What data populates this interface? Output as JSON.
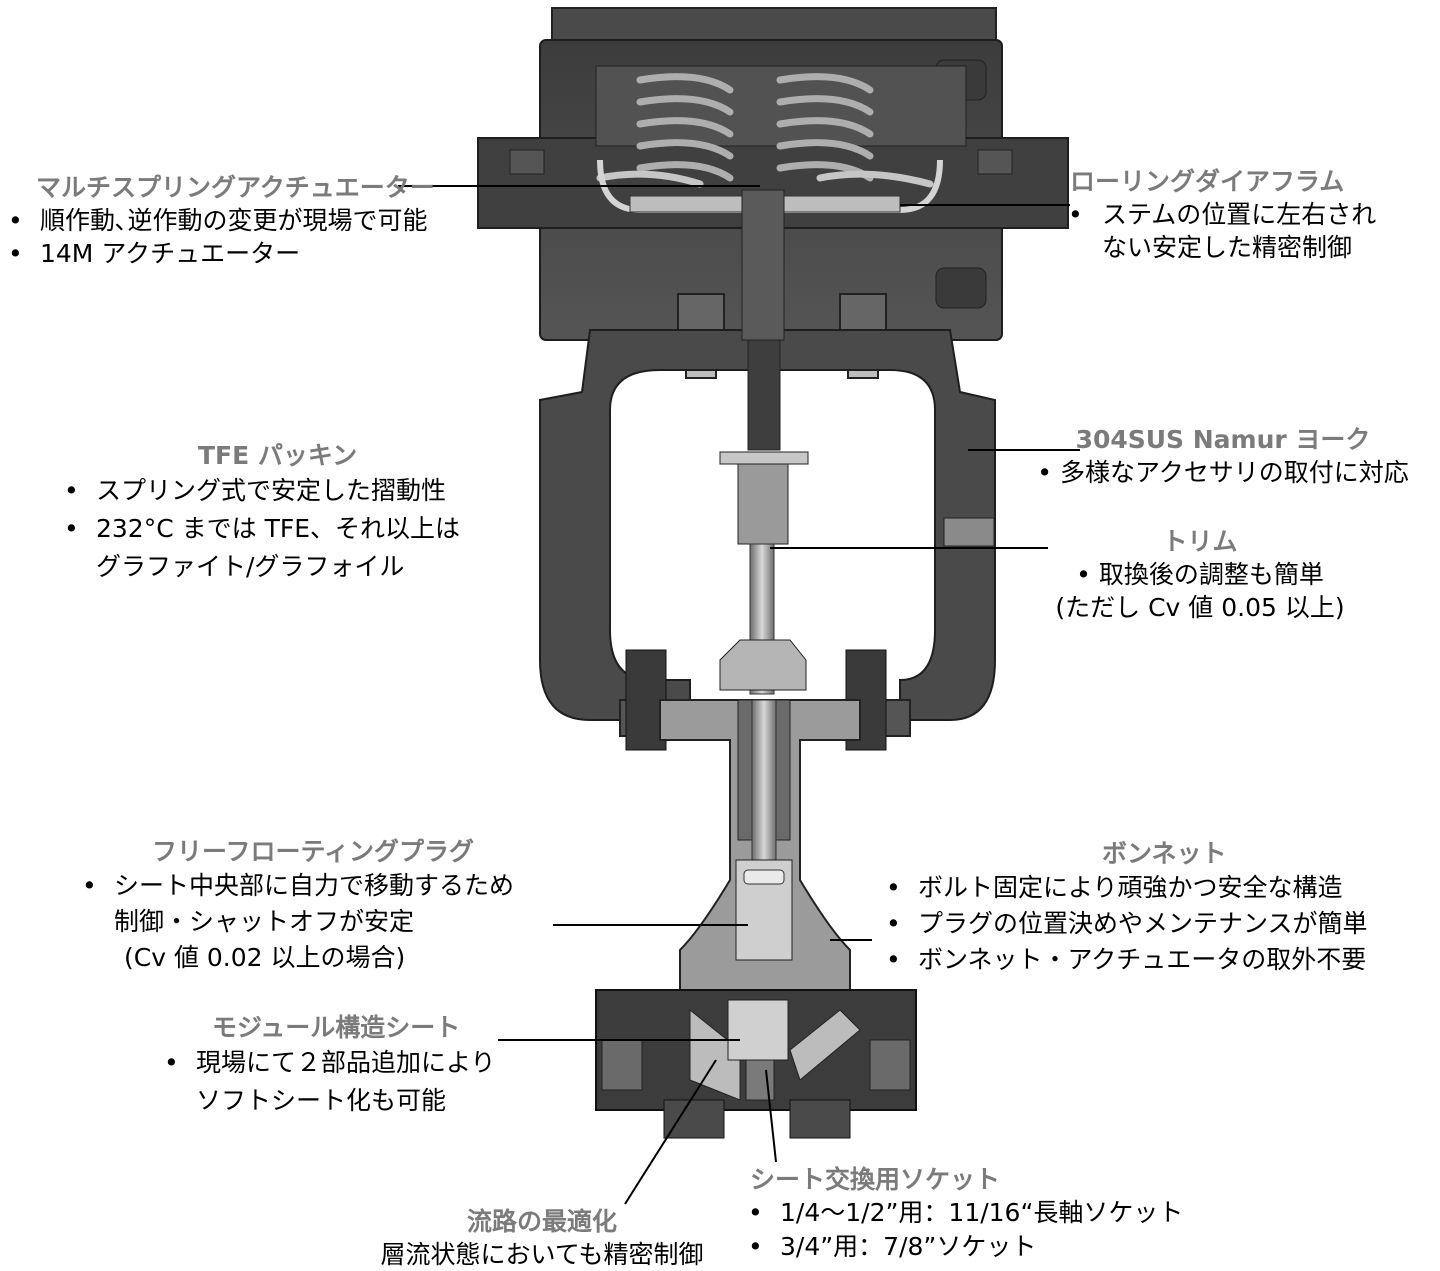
{
  "callouts": {
    "multispring": {
      "title": "マルチスプリングアクチュエーター",
      "bullets": [
        "順作動､逆作動の変更が現場で可能",
        "14M アクチュエーター"
      ]
    },
    "rolling_diaphragm": {
      "title": "ローリングダイアフラム",
      "bullet": "ステムの位置に左右され",
      "continuation": "ない安定した精密制御"
    },
    "yoke": {
      "title": "304SUS Namur ヨーク",
      "bullet": "多様なアクセサリの取付に対応"
    },
    "tfe_packing": {
      "title": "TFE パッキン",
      "bullet1": "スプリング式で安定した摺動性",
      "bullet2": "232°C までは TFE、それ以上は",
      "continuation": "グラファイト/グラフォイル"
    },
    "trim": {
      "title": "トリム",
      "bullet": "取換後の調整も簡単",
      "note": "(ただし Cv 値 0.05 以上)"
    },
    "plug": {
      "title": "フリーフローティングプラグ",
      "bullet": "シート中央部に自力で移動するため",
      "continuation": "制御・シャットオフが安定",
      "note": "(Cv 値 0.02 以上の場合)"
    },
    "bonnet": {
      "title": "ボンネット",
      "bullets": [
        "ボルト固定により頑強かつ安全な構造",
        "プラグの位置決めやメンテナンスが簡単",
        "ボンネット・アクチュエータの取外不要"
      ]
    },
    "seat": {
      "title": "モジュール構造シート",
      "bullet": "現場にて２部品追加により",
      "continuation": "ソフトシート化も可能"
    },
    "flow": {
      "title": "流路の最適化",
      "text": "層流状態においても精密制御"
    },
    "socket": {
      "title": "シート交換用ソケット",
      "bullets": [
        "1/4～1/2”用：11/16“長軸ソケット",
        "3/4”用：7/8”ソケット"
      ]
    }
  },
  "colors": {
    "title_gray": "#7b7b7b",
    "metal_dark": "#4a4a4a",
    "metal_mid": "#8c8c8c",
    "metal_light": "#c9c9c9"
  }
}
